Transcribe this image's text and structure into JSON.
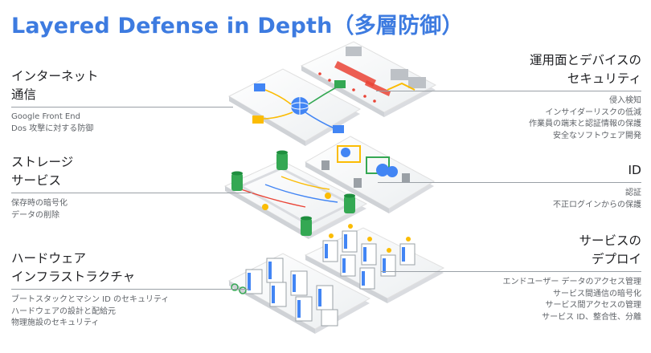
{
  "title": "Layered Defense in Depth（多層防御）",
  "layers": {
    "internet": {
      "title_line1": "インターネット",
      "title_line2": "通信",
      "items": [
        "Google Front End",
        "Dos 攻撃に対する防御"
      ]
    },
    "storage": {
      "title_line1": "ストレージ",
      "title_line2": "サービス",
      "items": [
        "保存時の暗号化",
        "データの削除"
      ]
    },
    "hardware": {
      "title_line1": "ハードウェア",
      "title_line2": "インフラストラクチャ",
      "items": [
        "ブートスタックとマシン ID のセキュリティ",
        "ハードウェアの設計と配給元",
        "物理施設のセキュリティ"
      ]
    },
    "operations": {
      "title_line1": "運用面とデバイスの",
      "title_line2": "セキュリティ",
      "items": [
        "侵入検知",
        "インサイダーリスクの低減",
        "作業員の端末と認証情報の保護",
        "安全なソフトウェア開発"
      ]
    },
    "identity": {
      "title_line1": "ID",
      "items": [
        "認証",
        "不正ログインからの保護"
      ]
    },
    "deployment": {
      "title_line1": "サービスの",
      "title_line2": "デプロイ",
      "items": [
        "エンドユーザー データのアクセス管理",
        "サービス間通信の暗号化",
        "サービス間アクセスの管理",
        "サービス ID、整合性、分離"
      ]
    }
  },
  "colors": {
    "title": "#3d7be0",
    "rule": "#9aa0a6",
    "platform": "#f1f3f4",
    "green": "#34a853",
    "blue": "#4285f4",
    "yellow": "#fbbc04",
    "red": "#ea4335"
  }
}
